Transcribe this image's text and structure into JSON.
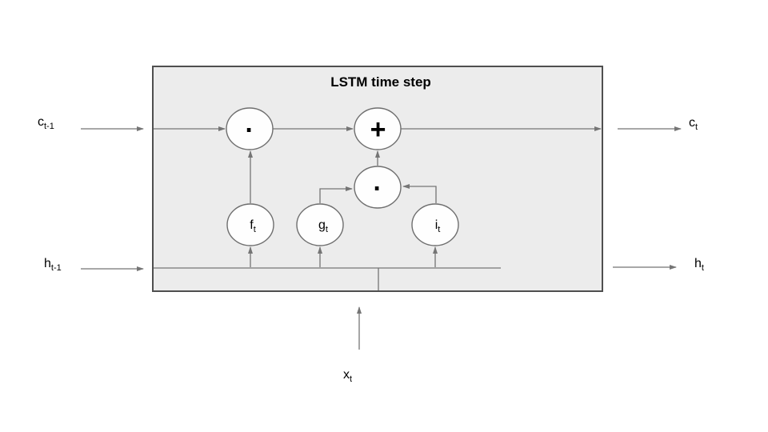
{
  "title": "LSTM time step",
  "labels": {
    "cell_state_in": {
      "main": "c",
      "sub": "t-1"
    },
    "hidden_state_in": {
      "main": "h",
      "sub": "t-1"
    },
    "input": {
      "main": "x",
      "sub": "t"
    },
    "cell_state_out": {
      "main": "c",
      "sub": "t"
    },
    "hidden_state_out": {
      "main": "h",
      "sub": "t"
    },
    "forget_gate": {
      "main": "f",
      "sub": "t"
    },
    "candidate_gate": {
      "main": "g",
      "sub": "t"
    },
    "input_gate": {
      "main": "i",
      "sub": "t"
    }
  },
  "operators": {
    "multiply_forget": "·",
    "add": "+",
    "multiply_input": "·"
  },
  "colors": {
    "box_fill": "#ececec",
    "box_border": "#4f4f4f",
    "node_fill": "#fefefe",
    "node_stroke": "#6e6e6e",
    "line": "#757575",
    "text": "#000000"
  }
}
